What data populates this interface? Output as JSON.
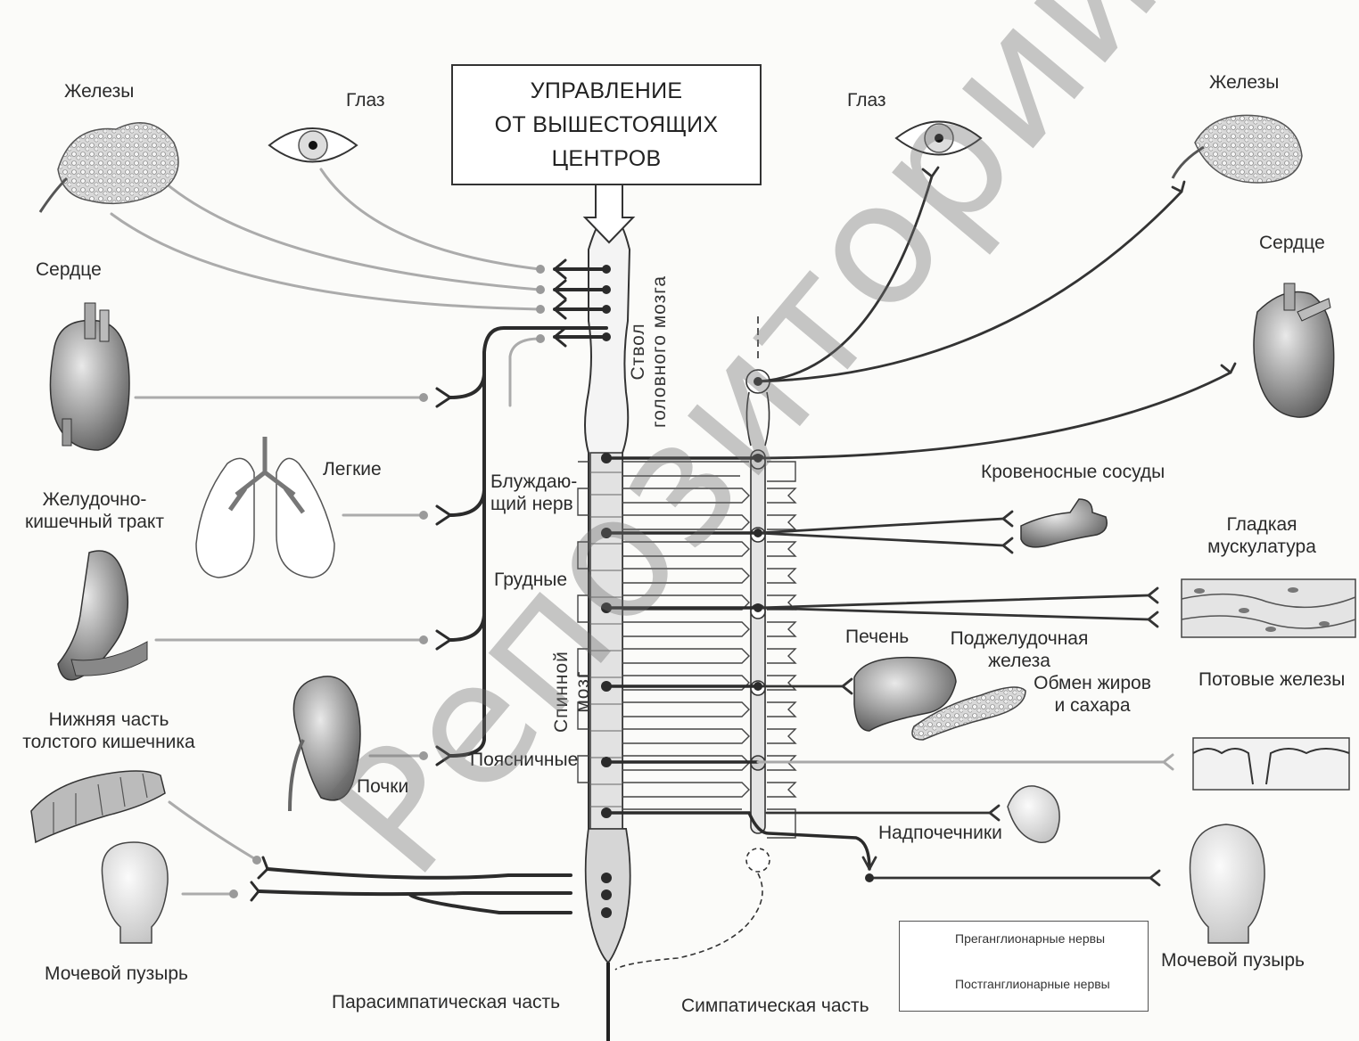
{
  "header": {
    "line1": "УПРАВЛЕНИЕ",
    "line2": "ОТ ВЫШЕСТОЯЩИХ",
    "line3": "ЦЕНТРОВ"
  },
  "labels": {
    "left_glands": "Железы",
    "left_eye": "Глаз",
    "left_heart": "Сердце",
    "lungs": "Легкие",
    "gi_tract_1": "Желудочно-",
    "gi_tract_2": "кишечный тракт",
    "lower_colon_1": "Нижняя часть",
    "lower_colon_2": "толстого кишечника",
    "kidneys": "Почки",
    "left_bladder": "Мочевой пузырь",
    "vagus_1": "Блуждаю-",
    "vagus_2": "щий нерв",
    "thoracic": "Грудные",
    "lumbar": "Поясничные",
    "brainstem_1": "Ствол",
    "brainstem_2": "головного мозга",
    "spinal_1": "Спинной",
    "spinal_2": "мозг",
    "right_eye": "Глаз",
    "right_glands": "Железы",
    "right_heart": "Сердце",
    "blood_vessels": "Кровеносные сосуды",
    "smooth_muscle_1": "Гладкая",
    "smooth_muscle_2": "мускулатура",
    "liver": "Печень",
    "pancreas_1": "Поджелудочная",
    "pancreas_2": "железа",
    "metabolism_1": "Обмен жиров",
    "metabolism_2": "и сахара",
    "sweat_glands": "Потовые железы",
    "adrenals": "Надпочечники",
    "right_bladder": "Мочевой пузырь",
    "parasympathetic": "Парасимпатическая часть",
    "sympathetic": "Симпатическая часть"
  },
  "legend": {
    "preganglionic": "Преганглионарные нервы",
    "postganglionic": "Постганглионарные нервы"
  },
  "watermark": "Репозиторий ВГУ",
  "colors": {
    "preganglionic": "#2b2b2b",
    "postganglionic_dark": "#3a3a3a",
    "postganglionic_light": "#a9a9a9",
    "organ_fill": "#8f8f8f"
  }
}
